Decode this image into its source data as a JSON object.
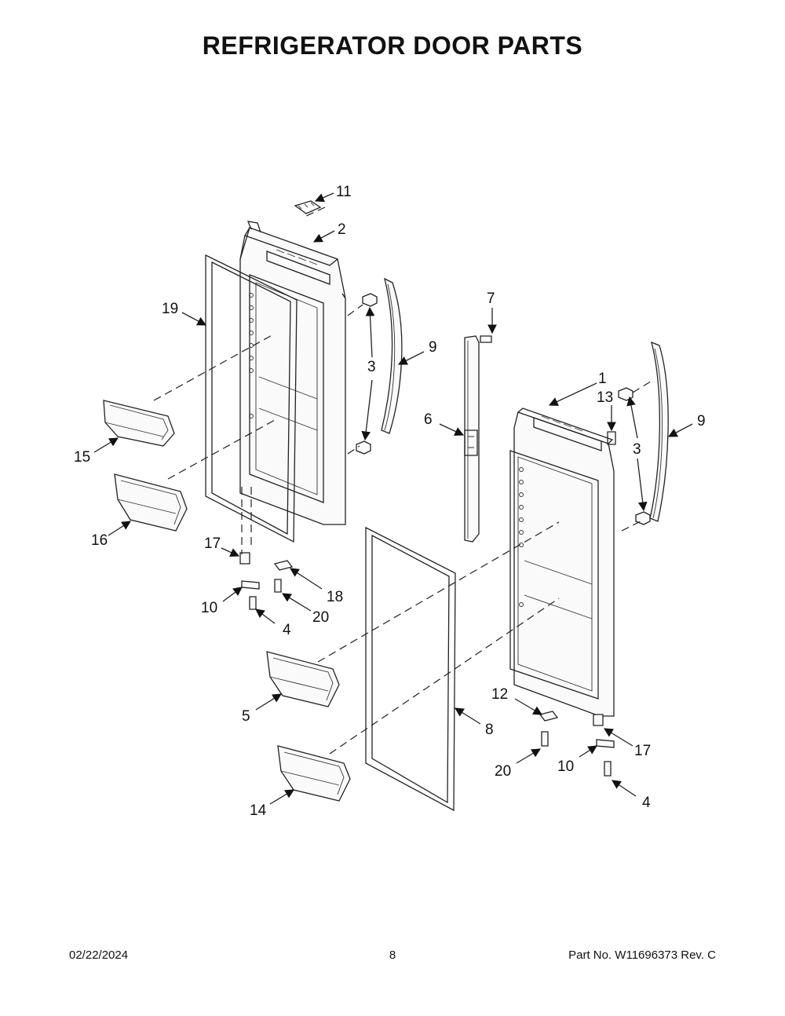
{
  "title": "REFRIGERATOR DOOR PARTS",
  "footer": {
    "date": "02/22/2024",
    "page": "8",
    "part_no": "Part No.  W11696373  Rev.  C"
  },
  "callouts": {
    "c1": "1",
    "c2": "2",
    "c3a": "3",
    "c3b": "3",
    "c4a": "4",
    "c4b": "4",
    "c5": "5",
    "c6": "6",
    "c7": "7",
    "c8": "8",
    "c9a": "9",
    "c9b": "9",
    "c10a": "10",
    "c10b": "10",
    "c11": "11",
    "c12": "12",
    "c13": "13",
    "c14": "14",
    "c15": "15",
    "c16": "16",
    "c17a": "17",
    "c17b": "17",
    "c18": "18",
    "c19": "19",
    "c20a": "20",
    "c20b": "20"
  }
}
